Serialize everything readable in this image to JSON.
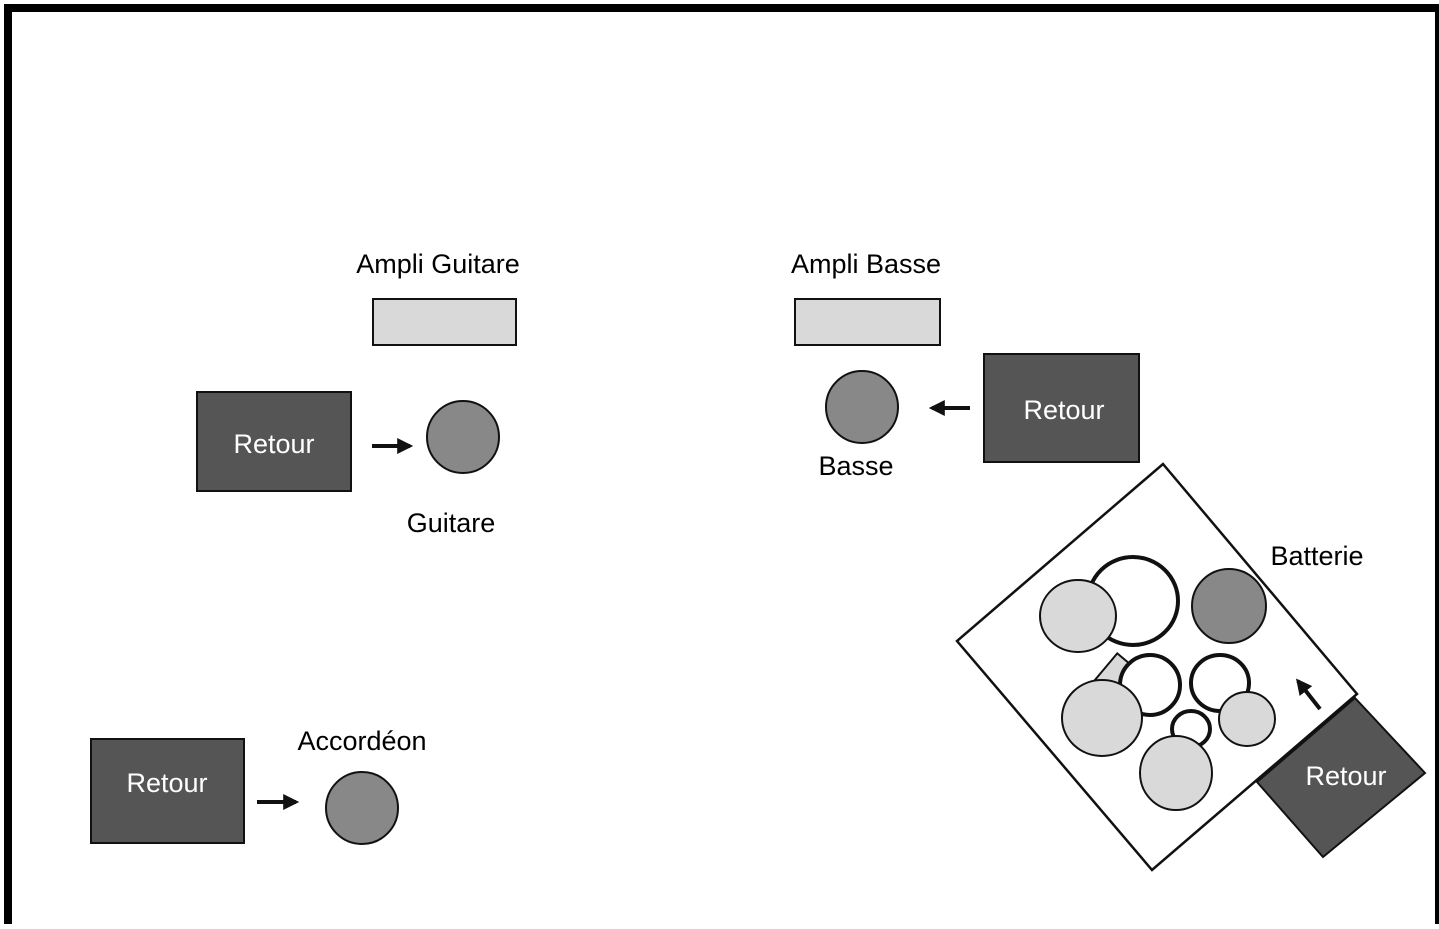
{
  "colors": {
    "retour_fill": "#555555",
    "amp_fill": "#d9d9d9",
    "instrument_fill": "#888888",
    "drum_light": "#d9d9d9",
    "drum_dark": "#888888",
    "stroke": "#111111",
    "background": "#ffffff"
  },
  "labels": {
    "ampli_guitare": "Ampli Guitare",
    "ampli_basse": "Ampli Basse",
    "guitare": "Guitare",
    "basse": "Basse",
    "accordeon": "Accordéon",
    "batterie": "Batterie"
  },
  "monitors": {
    "guitare": "Retour",
    "basse": "Retour",
    "accordeon": "Retour",
    "batterie": "Retour"
  },
  "icons": {
    "arrow_right": "arrow-right-icon",
    "arrow_left": "arrow-left-icon",
    "arrow_up_left": "arrow-up-left-icon"
  }
}
